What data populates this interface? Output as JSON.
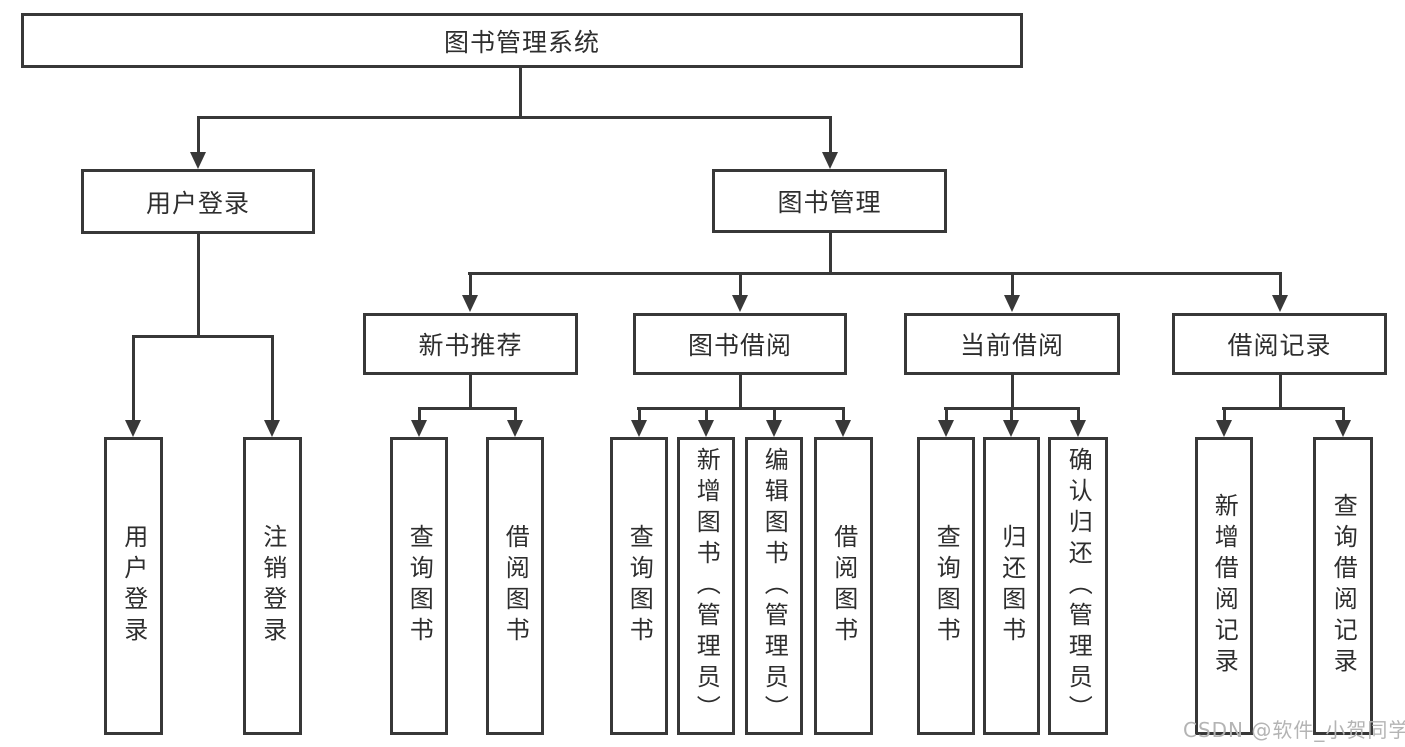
{
  "diagram": {
    "root": {
      "label": "图书管理系统",
      "children": [
        {
          "label": "用户登录",
          "children": [
            {
              "label": "用户登录"
            },
            {
              "label": "注销登录"
            }
          ]
        },
        {
          "label": "图书管理",
          "children": [
            {
              "label": "新书推荐",
              "children": [
                {
                  "label": "查询图书"
                },
                {
                  "label": "借阅图书"
                }
              ]
            },
            {
              "label": "图书借阅",
              "children": [
                {
                  "label": "查询图书"
                },
                {
                  "label": "新增图书（管理员）"
                },
                {
                  "label": "编辑图书（管理员）"
                },
                {
                  "label": "借阅图书"
                }
              ]
            },
            {
              "label": "当前借阅",
              "children": [
                {
                  "label": "查询图书"
                },
                {
                  "label": "归还图书"
                },
                {
                  "label": "确认归还（管理员）"
                }
              ]
            },
            {
              "label": "借阅记录",
              "children": [
                {
                  "label": "新增借阅记录"
                },
                {
                  "label": "查询借阅记录"
                }
              ]
            }
          ]
        }
      ]
    },
    "line_color": "#383838",
    "box_background": "#ffffff"
  },
  "watermark": {
    "text": "CSDN @软件_小贺同学",
    "color": "#b4b4b4"
  }
}
